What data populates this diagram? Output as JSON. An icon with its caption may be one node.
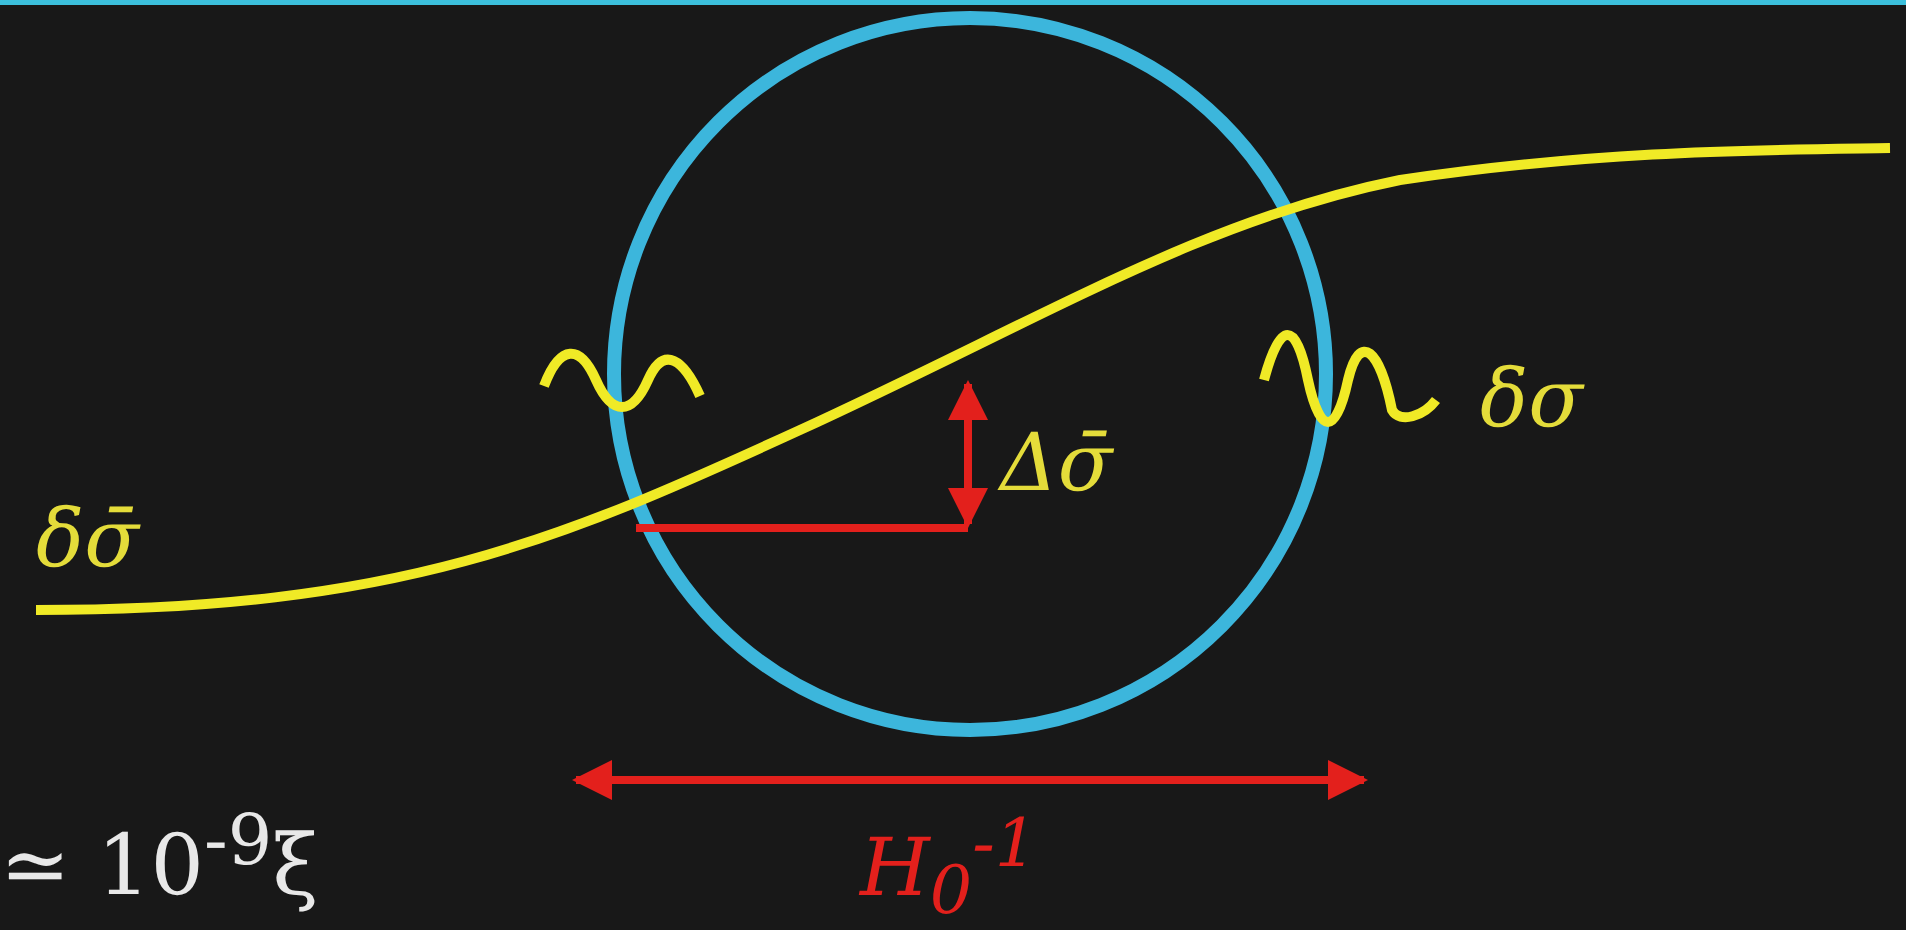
{
  "diagram": {
    "labels": [
      "δσ",
      "Δσ̄",
      "δσ̄",
      "≃ 10$^{-9}$ξ",
      "H$_{0}$$^{-1}$"
    ]
  }
}
